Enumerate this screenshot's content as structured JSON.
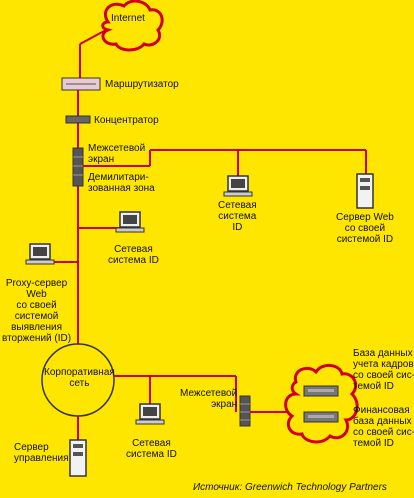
{
  "diagram": {
    "nodes": {
      "internet": "Internet",
      "router": "Маршрутизатор",
      "hub": "Концентратор",
      "firewall1": "Межсетевой\nэкран",
      "dmz": "Демилитари-\nзованная зона",
      "dmz_ids": "Сетевая\nсистема\nID",
      "web_server": "Сервер Web\nсо своей\nсистемой ID",
      "net_ids": "Сетевая\nсистема ID",
      "proxy": "Proxy-сервер\nWeb\nсо своей\nсистемой\nвыявления\nвторжений (ID)",
      "corp_net": "Корпоративная\nсеть",
      "mgmt_server": "Сервер\nуправления",
      "corp_ids": "Сетевая\nсистема ID",
      "firewall2": "Межсетевой\nэкран",
      "hr_db": "База данных\nучета кадров\nсо своей сис-\nтемой ID",
      "fin_db": "Финансовая\nбаза данных\nсо своей сис-\nтемой ID"
    },
    "source": "Источник: Greenwich Technology Partners",
    "colors": {
      "background": "#ffe600",
      "link": "#d0001c",
      "cloud": "#d0001c",
      "device": "#333333"
    }
  }
}
